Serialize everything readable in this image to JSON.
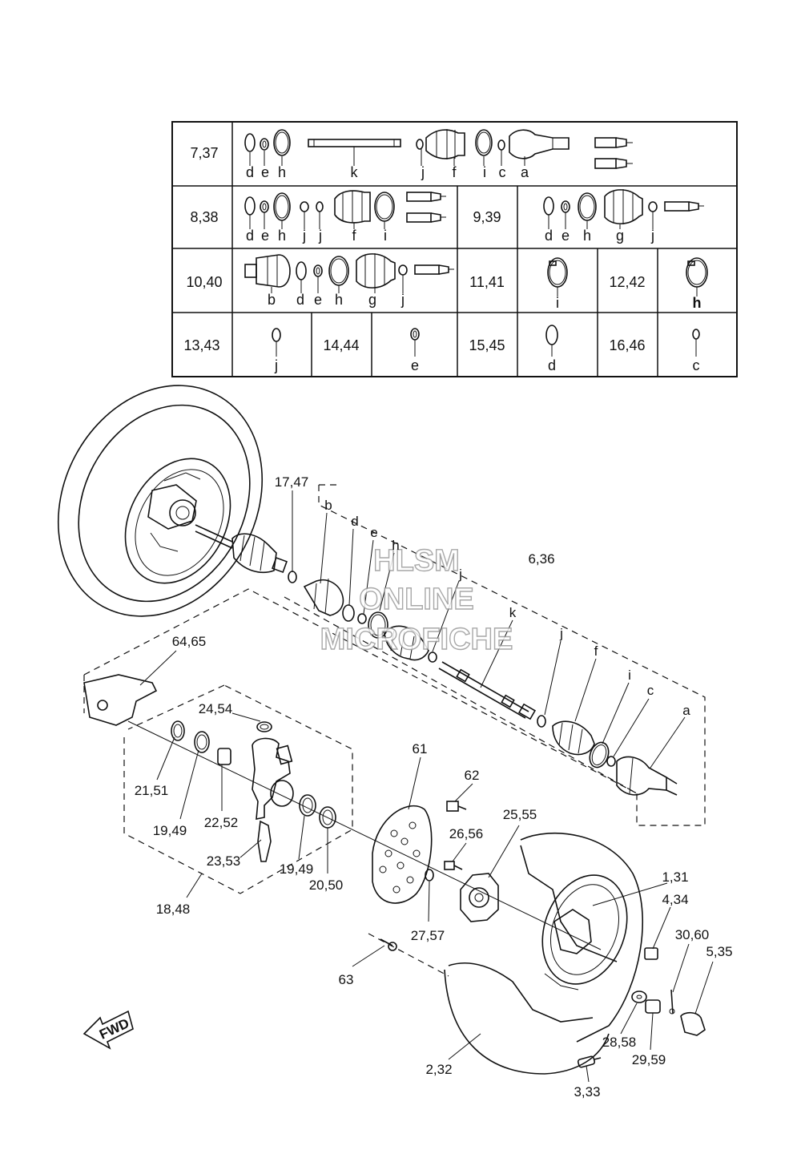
{
  "table": {
    "rows": [
      {
        "cells": [
          {
            "ref": "7,37",
            "letters": [
              "d",
              "e",
              "h",
              "k",
              "j",
              "f",
              "i",
              "c",
              "a"
            ]
          }
        ]
      },
      {
        "cells": [
          {
            "ref": "8,38",
            "letters": [
              "d",
              "e",
              "h",
              "j",
              "j",
              "f",
              "i"
            ]
          },
          {
            "ref": "9,39",
            "letters": [
              "d",
              "e",
              "h",
              "g",
              "j"
            ]
          }
        ]
      },
      {
        "cells": [
          {
            "ref": "10,40",
            "letters": [
              "b",
              "d",
              "e",
              "h",
              "g",
              "j"
            ]
          },
          {
            "ref": "11,41",
            "letters": [
              "i"
            ]
          },
          {
            "ref": "12,42",
            "letters": [
              "h"
            ]
          }
        ]
      },
      {
        "cells": [
          {
            "ref": "13,43",
            "letters": [
              "j"
            ]
          },
          {
            "ref": "14,44",
            "letters": [
              "e"
            ]
          },
          {
            "ref": "15,45",
            "letters": [
              "d"
            ]
          },
          {
            "ref": "16,46",
            "letters": [
              "c"
            ]
          }
        ]
      }
    ]
  },
  "labels": {
    "l1747": "17,47",
    "lb": "b",
    "ld": "d",
    "le": "e",
    "lh": "h",
    "lj1": "j",
    "l636": "6,36",
    "lk": "k",
    "lj2": "j",
    "lf": "f",
    "li": "i",
    "lc": "c",
    "la": "a",
    "l6465": "64,65",
    "l2454": "24,54",
    "l2151": "21,51",
    "l1949a": "19,49",
    "l2252": "22,52",
    "l2353": "23,53",
    "l1949b": "19,49",
    "l2050": "20,50",
    "l1848": "18,48",
    "l61": "61",
    "l62": "62",
    "l2656": "26,56",
    "l2555": "25,55",
    "l2757": "27,57",
    "l63": "63",
    "l131": "1,31",
    "l434": "4,34",
    "l3060": "30,60",
    "l535": "5,35",
    "l2858": "28,58",
    "l2959": "29,59",
    "l232": "2,32",
    "l333": "3,33"
  },
  "watermark": {
    "line1": "HLSM",
    "line2": "ONLINE",
    "line3": "MICROFICHE"
  },
  "fwd": "FWD"
}
